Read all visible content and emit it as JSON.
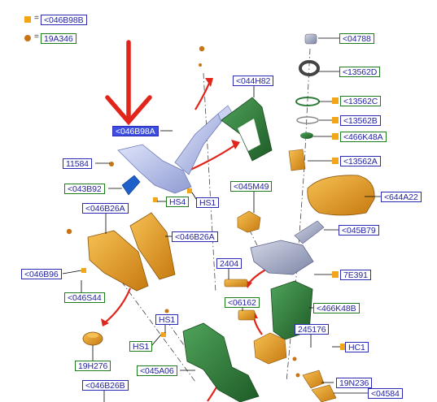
{
  "legend": [
    {
      "symbol": "square",
      "color": "#f2a516",
      "label": "<046B98B"
    },
    {
      "symbol": "circle",
      "color": "#c87414",
      "label": "19A346"
    }
  ],
  "legend_eq": "=",
  "callouts": [
    {
      "id": "c-04788",
      "text": "<04788",
      "style": "green"
    },
    {
      "id": "c-13562d",
      "text": "<13562D",
      "style": "green"
    },
    {
      "id": "c-044h82",
      "text": "<044H82",
      "style": "blue"
    },
    {
      "id": "c-13562c",
      "text": "<13562C",
      "style": "green"
    },
    {
      "id": "c-046b98a",
      "text": "<046B98A",
      "style": "sel"
    },
    {
      "id": "c-13562b",
      "text": "<13562B",
      "style": "blue"
    },
    {
      "id": "c-466k48a",
      "text": "<466K48A",
      "style": "green"
    },
    {
      "id": "c-11584",
      "text": "11584",
      "style": "blue"
    },
    {
      "id": "c-13562a",
      "text": "<13562A",
      "style": "blue"
    },
    {
      "id": "c-043b92",
      "text": "<043B92",
      "style": "green"
    },
    {
      "id": "c-045m49",
      "text": "<045M49",
      "style": "green"
    },
    {
      "id": "c-644a22",
      "text": "<644A22",
      "style": "blue"
    },
    {
      "id": "c-hs4",
      "text": "HS4",
      "style": "green"
    },
    {
      "id": "c-hs1a",
      "text": "HS1",
      "style": "blue"
    },
    {
      "id": "c-046b26a1",
      "text": "<046B26A",
      "style": "blue"
    },
    {
      "id": "c-045b79",
      "text": "<045B79",
      "style": "blue"
    },
    {
      "id": "c-046b26a2",
      "text": "<046B26A",
      "style": "blue"
    },
    {
      "id": "c-2404",
      "text": "2404",
      "style": "blue"
    },
    {
      "id": "c-046b96",
      "text": "<046B96",
      "style": "blue"
    },
    {
      "id": "c-7e391",
      "text": "7E391",
      "style": "blue"
    },
    {
      "id": "c-046s44",
      "text": "<046S44",
      "style": "green"
    },
    {
      "id": "c-06162",
      "text": "<06162",
      "style": "green"
    },
    {
      "id": "c-466k48b",
      "text": "<466K48B",
      "style": "green"
    },
    {
      "id": "c-hs1b",
      "text": "HS1",
      "style": "blue"
    },
    {
      "id": "c-245176",
      "text": "245176",
      "style": "blue"
    },
    {
      "id": "c-hs1c",
      "text": "HS1",
      "style": "green"
    },
    {
      "id": "c-hc1",
      "text": "HC1",
      "style": "blue"
    },
    {
      "id": "c-19h276",
      "text": "19H276",
      "style": "green"
    },
    {
      "id": "c-045a06",
      "text": "<045A06",
      "style": "green"
    },
    {
      "id": "c-19n236",
      "text": "19N236",
      "style": "blue"
    },
    {
      "id": "c-046b26b",
      "text": "<046B26B",
      "style": "blue"
    },
    {
      "id": "c-04584",
      "text": "<04584",
      "style": "blue"
    }
  ],
  "colors": {
    "selected_part": "#b9c3ec",
    "orange_part": "#e09b1e",
    "green_part": "#2f7d3a",
    "gray_part": "#aab0c8",
    "red_arrow": "#e1251b",
    "line": "#333333"
  }
}
